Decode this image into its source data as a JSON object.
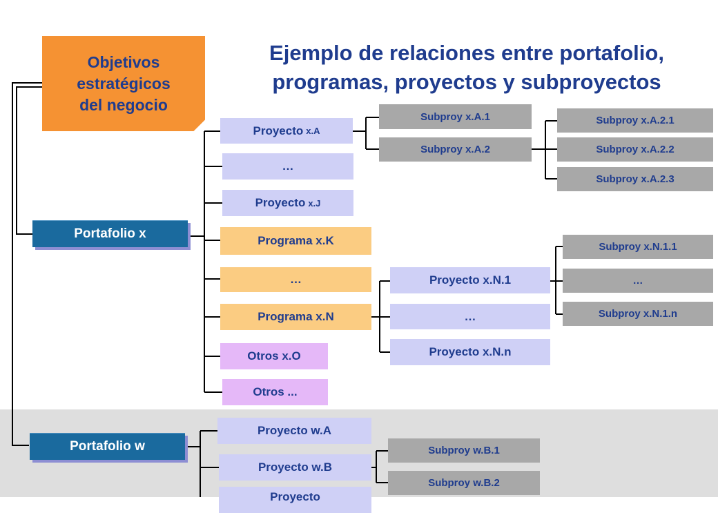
{
  "title": {
    "line1": "Ejemplo de relaciones entre portafolio,",
    "line2": "programas, proyectos y subproyectos"
  },
  "objective": {
    "line1": "Objetivos",
    "line2": "estratégicos",
    "line3": "del negocio"
  },
  "portfolio_x": {
    "label": "Portafolio x",
    "proyecto_a": {
      "main": "Proyecto",
      "suffix": "x.A"
    },
    "ellipsis_1": "…",
    "proyecto_j": {
      "main": "Proyecto",
      "suffix": "x.J"
    },
    "programa_k": "Programa  x.K",
    "ellipsis_2": "…",
    "programa_n": "Programa  x.N",
    "otros_o": "Otros x.O",
    "otros_more": "Otros ...",
    "subproy_a1": "Subproy  x.A.1",
    "subproy_a2": "Subproy x.A.2",
    "subproy_a21": "Subproy x.A.2.1",
    "subproy_a22": "Subproy x.A.2.2",
    "subproy_a23": "Subproy x.A.2.3",
    "proyecto_n1": "Proyecto x.N.1",
    "ellipsis_3": "…",
    "proyecto_nn": "Proyecto x.N.n",
    "subproy_n11": "Subproy x.N.1.1",
    "ellipsis_4": "…",
    "subproy_n1n": "Subproy x.N.1.n"
  },
  "portfolio_w": {
    "label": "Portafolio w",
    "proyecto_a": "Proyecto w.A",
    "proyecto_b": "Proyecto w.B",
    "proyecto_partial": "Proyecto",
    "subproy_b1": "Subproy w.B.1",
    "subproy_b2": "Subproy w.B.2"
  },
  "colors": {
    "objective": "#f59233",
    "title_text": "#1f3c8e",
    "portfolio": "#1a6a9e",
    "proyecto": "#cfd0f6",
    "programa": "#fbcc82",
    "otros": "#e5b8f8",
    "subproyecto": "#a8a8a8",
    "bottom_band": "#dedede"
  }
}
